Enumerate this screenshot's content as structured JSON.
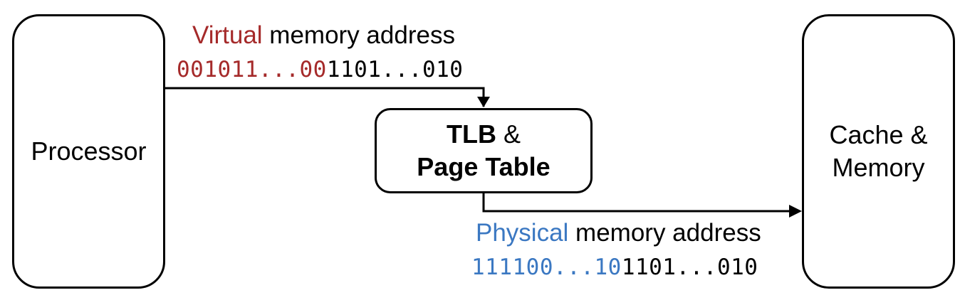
{
  "processor": {
    "label": "Processor"
  },
  "memory": {
    "line1": "Cache &",
    "line2": "Memory"
  },
  "tlb": {
    "bold1": "TLB",
    "amp": " &",
    "bold2": "Page Table"
  },
  "virtual": {
    "word_colored": "Virtual",
    "word_rest": " memory address",
    "bits_colored": "001011...00",
    "bits_rest": "1101...010"
  },
  "physical": {
    "word_colored": "Physical",
    "word_rest": " memory address",
    "bits_colored": "111100...10",
    "bits_rest": "1101...010"
  },
  "colors": {
    "virtual": "#a52a2a",
    "physical": "#3b78c2",
    "line": "#000000"
  }
}
